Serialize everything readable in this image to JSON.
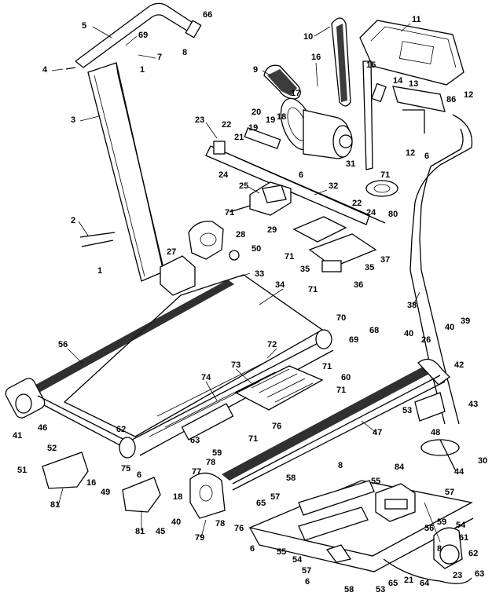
{
  "diagram": {
    "labels": [
      {
        "id": "l1",
        "text": "66"
      },
      {
        "id": "l2",
        "text": "5"
      },
      {
        "id": "l3",
        "text": "69"
      },
      {
        "id": "l4",
        "text": "7"
      },
      {
        "id": "l5",
        "text": "8"
      },
      {
        "id": "l6",
        "text": "1"
      },
      {
        "id": "l7",
        "text": "4"
      },
      {
        "id": "l8",
        "text": "3"
      },
      {
        "id": "l9",
        "text": "2"
      },
      {
        "id": "l10",
        "text": "1"
      },
      {
        "id": "l11",
        "text": "10"
      },
      {
        "id": "l12",
        "text": "11"
      },
      {
        "id": "l13",
        "text": "9"
      },
      {
        "id": "l14",
        "text": "16"
      },
      {
        "id": "l15",
        "text": "15"
      },
      {
        "id": "l16",
        "text": "17"
      },
      {
        "id": "l17",
        "text": "14"
      },
      {
        "id": "l18",
        "text": "13"
      },
      {
        "id": "l19",
        "text": "86"
      },
      {
        "id": "l20",
        "text": "12"
      },
      {
        "id": "l21",
        "text": "23"
      },
      {
        "id": "l22",
        "text": "22"
      },
      {
        "id": "l23",
        "text": "19"
      },
      {
        "id": "l24",
        "text": "20"
      },
      {
        "id": "l25",
        "text": "19"
      },
      {
        "id": "l26",
        "text": "18"
      },
      {
        "id": "l27",
        "text": "21"
      },
      {
        "id": "l28",
        "text": "24"
      },
      {
        "id": "l29",
        "text": "6"
      },
      {
        "id": "l30",
        "text": "31"
      },
      {
        "id": "l31",
        "text": "12"
      },
      {
        "id": "l32",
        "text": "6"
      },
      {
        "id": "l33",
        "text": "25"
      },
      {
        "id": "l34",
        "text": "32"
      },
      {
        "id": "l35",
        "text": "71"
      },
      {
        "id": "l36",
        "text": "80"
      },
      {
        "id": "l37",
        "text": "71"
      },
      {
        "id": "l38",
        "text": "22"
      },
      {
        "id": "l39",
        "text": "24"
      },
      {
        "id": "l40",
        "text": "29"
      },
      {
        "id": "l41",
        "text": "28"
      },
      {
        "id": "l42",
        "text": "27"
      },
      {
        "id": "l43",
        "text": "50"
      },
      {
        "id": "l44",
        "text": "71"
      },
      {
        "id": "l45",
        "text": "37"
      },
      {
        "id": "l46",
        "text": "35"
      },
      {
        "id": "l47",
        "text": "35"
      },
      {
        "id": "l48",
        "text": "36"
      },
      {
        "id": "l49",
        "text": "33"
      },
      {
        "id": "l50",
        "text": "34"
      },
      {
        "id": "l51",
        "text": "71"
      },
      {
        "id": "l52",
        "text": "38"
      },
      {
        "id": "l53",
        "text": "39"
      },
      {
        "id": "l54",
        "text": "70"
      },
      {
        "id": "l55",
        "text": "40"
      },
      {
        "id": "l56",
        "text": "56"
      },
      {
        "id": "l57",
        "text": "72"
      },
      {
        "id": "l58",
        "text": "68"
      },
      {
        "id": "l59",
        "text": "69"
      },
      {
        "id": "l60",
        "text": "40"
      },
      {
        "id": "l61",
        "text": "26"
      },
      {
        "id": "l62",
        "text": "73"
      },
      {
        "id": "l63",
        "text": "71"
      },
      {
        "id": "l64",
        "text": "60"
      },
      {
        "id": "l65",
        "text": "42"
      },
      {
        "id": "l66",
        "text": "74"
      },
      {
        "id": "l67",
        "text": "71"
      },
      {
        "id": "l68",
        "text": "41"
      },
      {
        "id": "l69",
        "text": "46"
      },
      {
        "id": "l70",
        "text": "76"
      },
      {
        "id": "l71",
        "text": "53"
      },
      {
        "id": "l72",
        "text": "43"
      },
      {
        "id": "l73",
        "text": "62"
      },
      {
        "id": "l74",
        "text": "47"
      },
      {
        "id": "l75",
        "text": "48"
      },
      {
        "id": "l76",
        "text": "63"
      },
      {
        "id": "l77",
        "text": "71"
      },
      {
        "id": "l78",
        "text": "52"
      },
      {
        "id": "l79",
        "text": "51"
      },
      {
        "id": "l80",
        "text": "16"
      },
      {
        "id": "l81",
        "text": "75"
      },
      {
        "id": "l82",
        "text": "6"
      },
      {
        "id": "l83",
        "text": "59"
      },
      {
        "id": "l84",
        "text": "78"
      },
      {
        "id": "l85",
        "text": "77"
      },
      {
        "id": "l86",
        "text": "30"
      },
      {
        "id": "l87",
        "text": "44"
      },
      {
        "id": "l88",
        "text": "49"
      },
      {
        "id": "l89",
        "text": "81"
      },
      {
        "id": "l90",
        "text": "18"
      },
      {
        "id": "l91",
        "text": "40"
      },
      {
        "id": "l92",
        "text": "45"
      },
      {
        "id": "l93",
        "text": "81"
      },
      {
        "id": "l94",
        "text": "79"
      },
      {
        "id": "l95",
        "text": "78"
      },
      {
        "id": "l96",
        "text": "76"
      },
      {
        "id": "l97",
        "text": "8"
      },
      {
        "id": "l98",
        "text": "58"
      },
      {
        "id": "l99",
        "text": "84"
      },
      {
        "id": "l100",
        "text": "65"
      },
      {
        "id": "l101",
        "text": "57"
      },
      {
        "id": "l102",
        "text": "55"
      },
      {
        "id": "l103",
        "text": "57"
      },
      {
        "id": "l104",
        "text": "59"
      },
      {
        "id": "l105",
        "text": "54"
      },
      {
        "id": "l106",
        "text": "56"
      },
      {
        "id": "l107",
        "text": "61"
      },
      {
        "id": "l108",
        "text": "6"
      },
      {
        "id": "l109",
        "text": "55"
      },
      {
        "id": "l110",
        "text": "54"
      },
      {
        "id": "l111",
        "text": "57"
      },
      {
        "id": "l112",
        "text": "62"
      },
      {
        "id": "l113",
        "text": "8"
      },
      {
        "id": "l114",
        "text": "63"
      },
      {
        "id": "l115",
        "text": "23"
      },
      {
        "id": "l116",
        "text": "64"
      },
      {
        "id": "l117",
        "text": "6"
      },
      {
        "id": "l118",
        "text": "58"
      },
      {
        "id": "l119",
        "text": "53"
      },
      {
        "id": "l120",
        "text": "65"
      },
      {
        "id": "l121",
        "text": "21"
      }
    ]
  }
}
